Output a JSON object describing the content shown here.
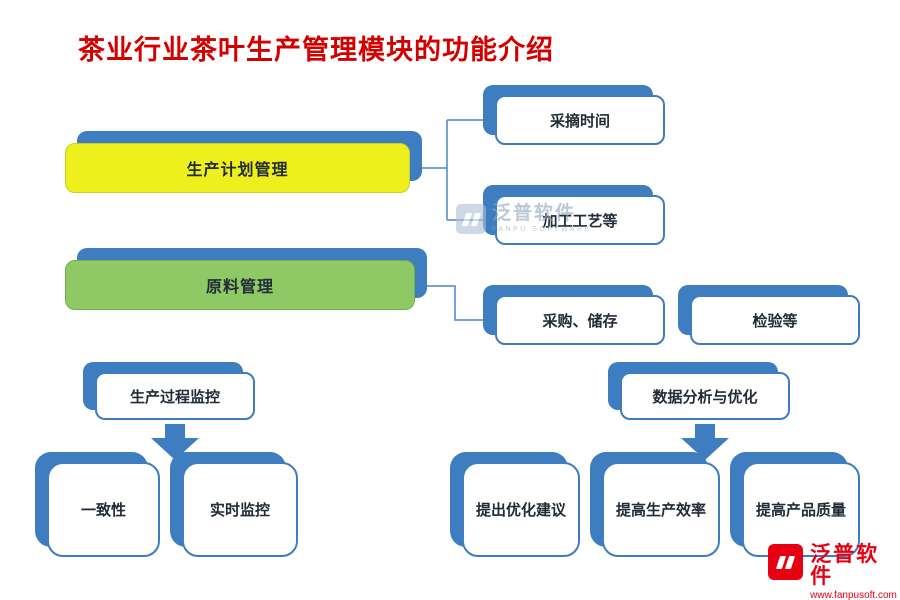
{
  "title": "茶业行业茶叶生产管理模块的功能介绍",
  "nodes": {
    "production_plan": {
      "label": "生产计划管理"
    },
    "picking_time": {
      "label": "采摘时间"
    },
    "processing_technique": {
      "label": "加工工艺等"
    },
    "raw_material": {
      "label": "原料管理"
    },
    "purchase_storage": {
      "label": "采购、储存"
    },
    "inspection": {
      "label": "检验等"
    },
    "process_monitoring": {
      "label": "生产过程监控"
    },
    "consistency": {
      "label": "一致性"
    },
    "realtime_monitoring": {
      "label": "实时监控"
    },
    "data_analysis": {
      "label": "数据分析与优化"
    },
    "optimization_suggestion": {
      "label": "提出优化建议"
    },
    "production_efficiency": {
      "label": "提高生产效率"
    },
    "product_quality": {
      "label": "提高产品质量"
    }
  },
  "watermark": {
    "brand": "泛普软件",
    "sub": "FANPU SOFTWARE"
  },
  "footer": {
    "brand": "泛普软件",
    "url": "www.fanpusoft.com"
  },
  "colors": {
    "accent_blue": "#3e7dbf",
    "line_blue": "#4a86c8",
    "bar_yellow": "#eef01e",
    "bar_green": "#8fc965",
    "title_red": "#d40000",
    "logo_red": "#e60012"
  }
}
